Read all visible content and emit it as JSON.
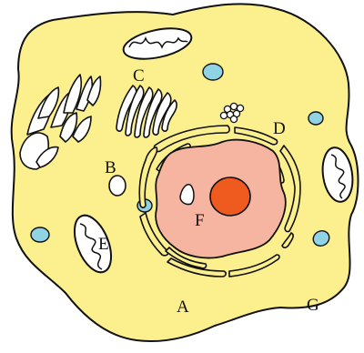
{
  "labels": {
    "a": "A",
    "b": "B",
    "c": "C",
    "d": "D",
    "e": "E",
    "f": "F",
    "g": "G"
  },
  "colors": {
    "cytoplasm": "#fcef8e",
    "outline": "#111111",
    "nucleus": "#f5b5a0",
    "nucleolus": "#ef5a1f",
    "vacuole": "#8fd3e4",
    "organelle_fill": "#ffffff",
    "background": "#ffffff"
  }
}
